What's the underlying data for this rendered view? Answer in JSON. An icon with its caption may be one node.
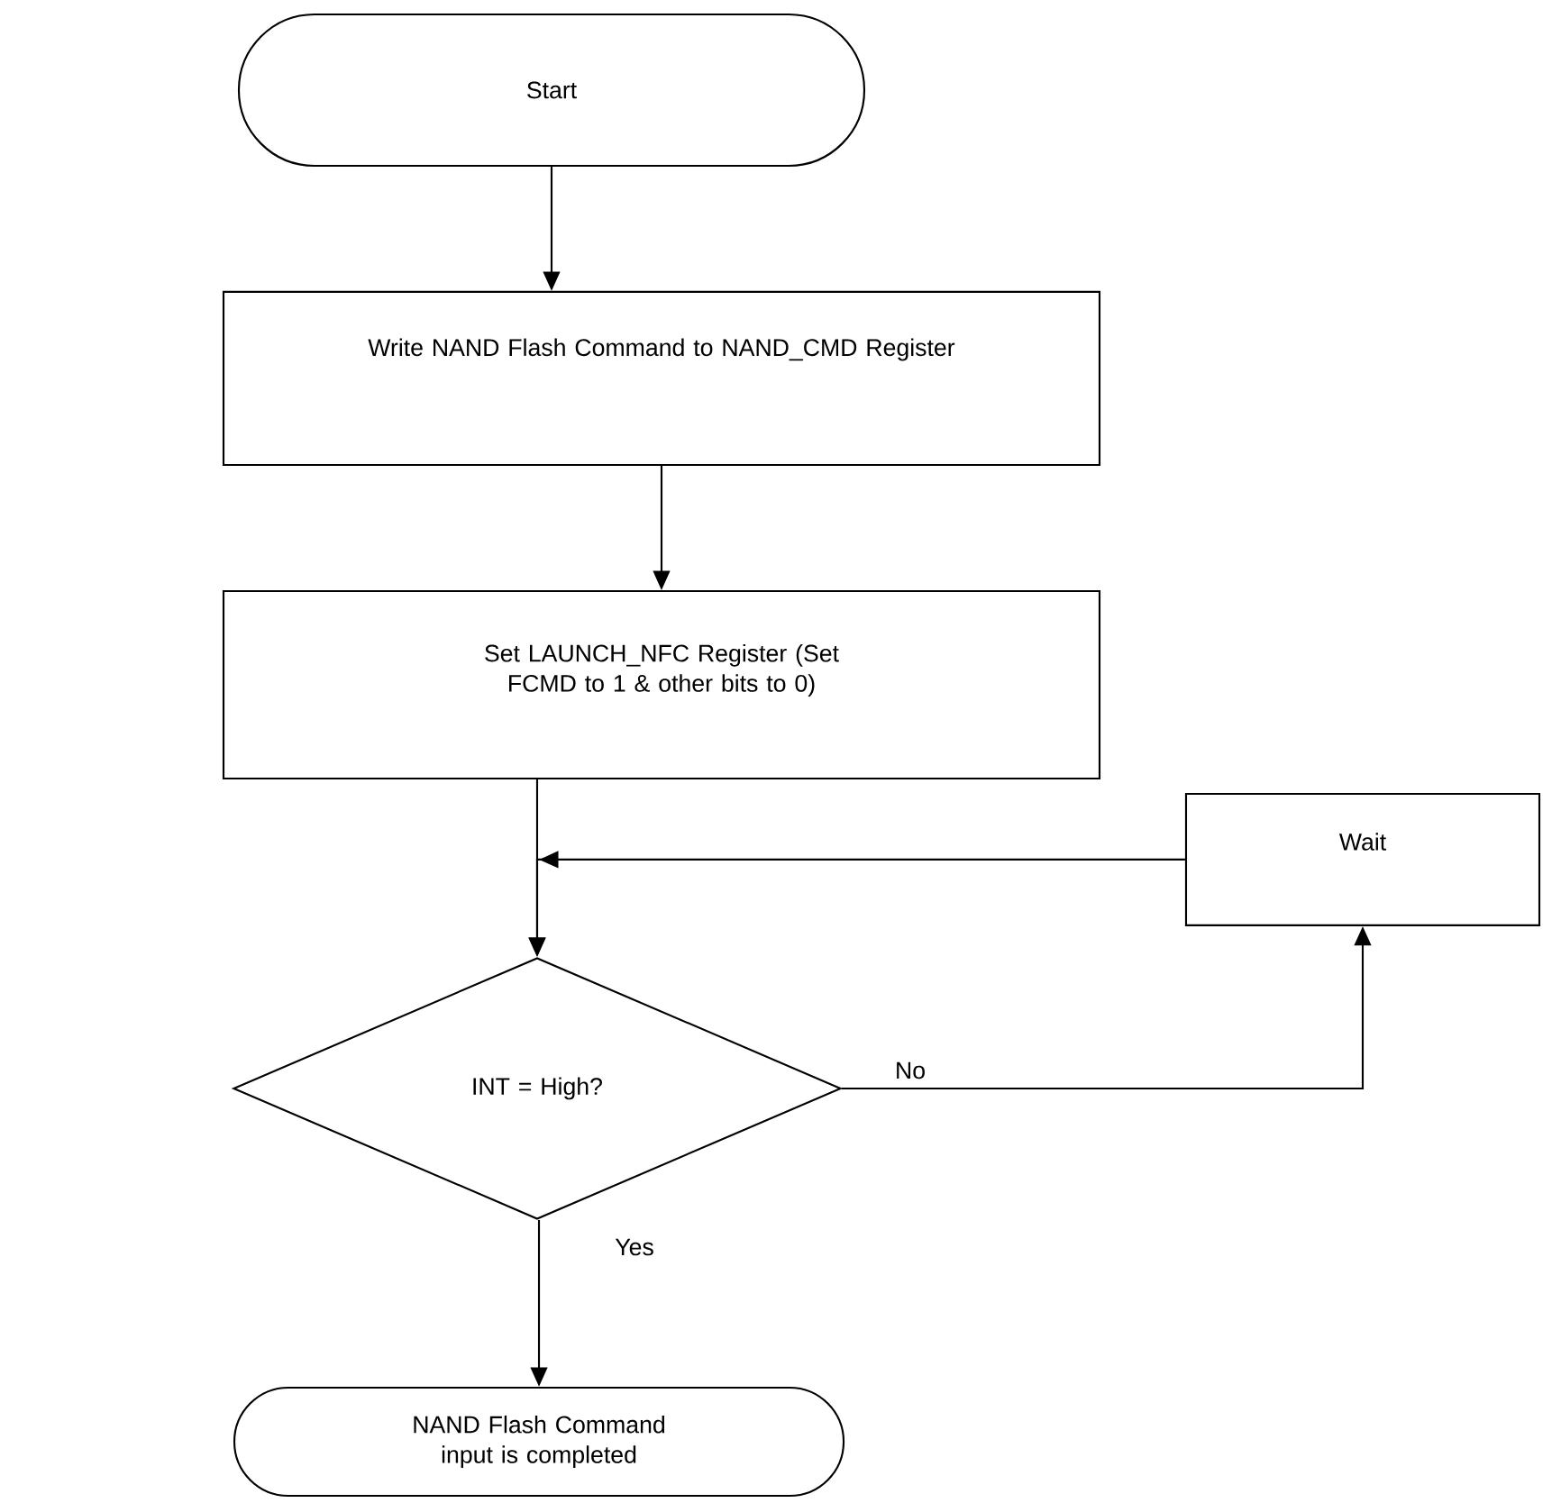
{
  "diagram": {
    "nodes": [
      {
        "text": [
          "Start"
        ]
      },
      {
        "text": [
          "Write NAND Flash Command to NAND_CMD Register"
        ]
      },
      {
        "text": [
          "Set LAUNCH_NFC Register (Set FCMD to 1 & other bits to 0)"
        ]
      },
      {
        "text": [
          "INT = High?"
        ]
      },
      {
        "text": [
          "Wait"
        ]
      },
      {
        "text": [
          "NAND Flash Command input is completed"
        ]
      }
    ],
    "edges": [
      {
        "from": 0,
        "to": 1,
        "arrow": "to"
      },
      {
        "from": 1,
        "to": 2,
        "arrow": "to"
      },
      {
        "from": 2,
        "to": 3,
        "arrow": "to"
      },
      {
        "from": 3,
        "to": 4,
        "arrow": "to",
        "label": "No"
      },
      {
        "from": 4,
        "to": 3,
        "arrow": "to"
      },
      {
        "from": 3,
        "to": 5,
        "arrow": "to",
        "label": "Yes"
      }
    ]
  }
}
